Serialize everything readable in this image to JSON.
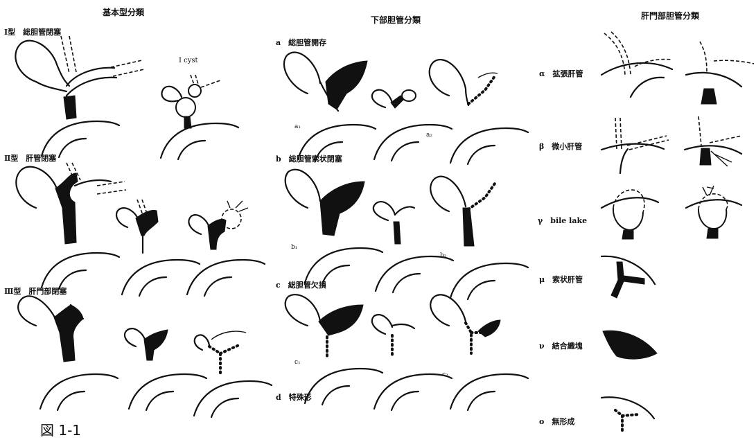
{
  "columns": {
    "left_title": "基本型分類",
    "mid_title": "下部胆管分類",
    "right_title": "肝門部胆管分類"
  },
  "basic_types": {
    "type1": "Ⅰ型　総胆管閉塞",
    "type1_cyst": "I cyst",
    "type2": "Ⅱ型　肝管閉塞",
    "type3": "Ⅲ型　肝門部閉塞"
  },
  "lower_duct": {
    "a": "a　総胆管開存",
    "b": "b　総胆管索状閉塞",
    "c": "c　総胆管欠損",
    "d": "d　特殊形",
    "sub_labels": [
      "a₁",
      "a₂",
      "b₁",
      "b₂",
      "c₁",
      "c₂"
    ]
  },
  "hilar_duct": {
    "alpha": "α　拡張肝管",
    "beta": "β　微小肝管",
    "gamma": "γ　bile lake",
    "mu": "μ　索状肝管",
    "nu": "ν　結合織塊",
    "o": "o　無形成"
  },
  "figure_caption": "図 1-1"
}
